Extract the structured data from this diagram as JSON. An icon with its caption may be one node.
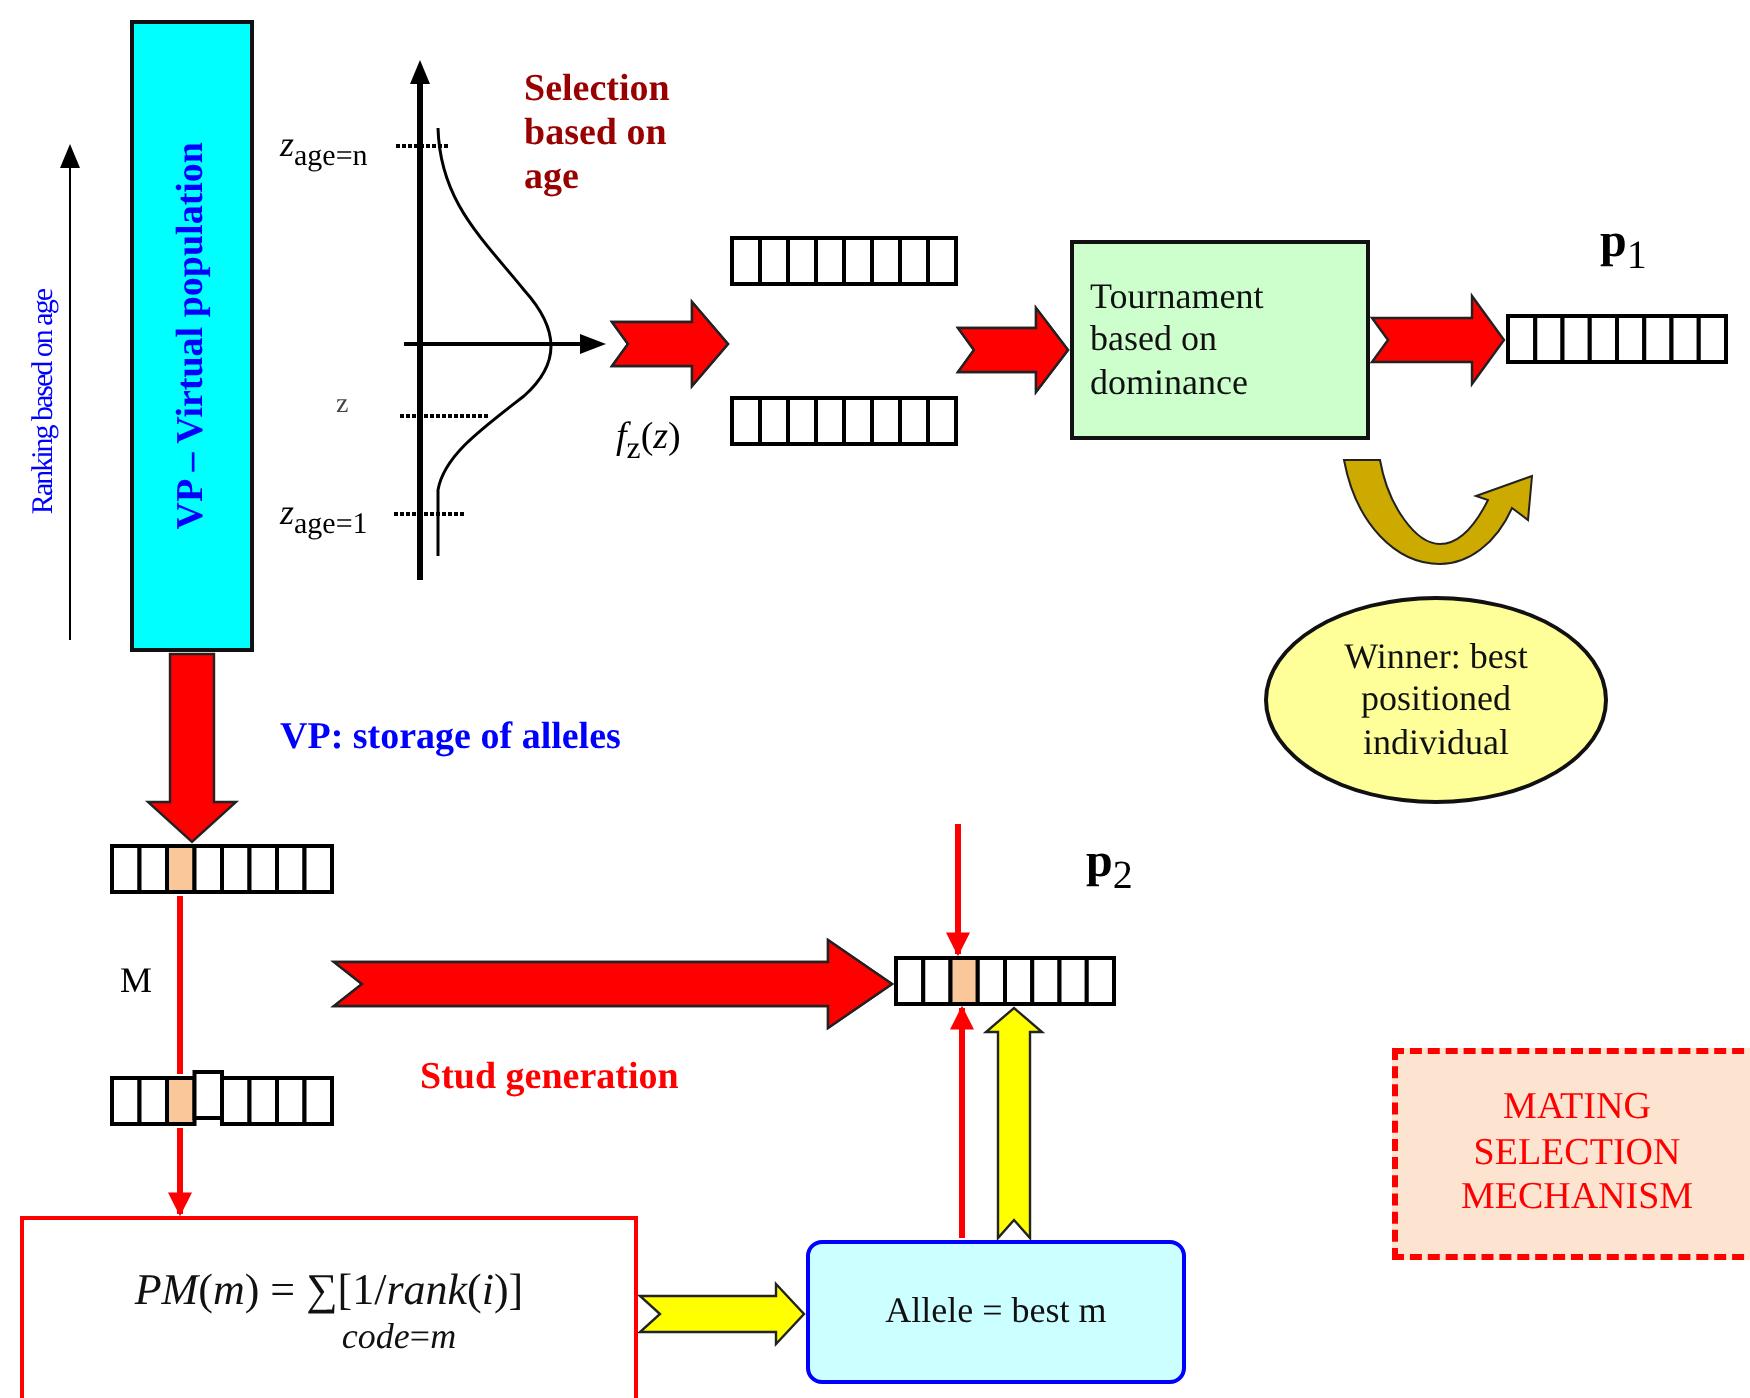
{
  "diagram": {
    "nodes": [
      {
        "text": [
          "VP – Virtual population"
        ]
      },
      {
        "text": [],
        "shape": "picture"
      },
      {
        "text": [],
        "shape": "bar"
      },
      {
        "text": [],
        "shape": "bar"
      },
      {
        "text": [
          "Tournament based on dominance"
        ]
      },
      {
        "text": [],
        "shape": "bar",
        "beside": [
          "**p**$_{1}$"
        ]
      },
      {
        "text": [
          "Winner: best positioned individual"
        ]
      },
      {
        "text": [],
        "shape": "bar"
      },
      {
        "text": [],
        "shape": "bar"
      },
      {
        "text": [
          "*PM*(*m*) = ∑[1/*rank*(*i*)]",
          "*code*=*m*"
        ]
      },
      {
        "text": [],
        "shape": "bar",
        "beside": [
          "**p**$_{2}$"
        ]
      },
      {
        "text": [
          "Allele = best m"
        ]
      },
      {
        "text": [
          "MATING SELECTION MECHANISM"
        ]
      }
    ],
    "edges": [
      {
        "from": 1,
        "to": 2,
        "arrow": "to",
        "style": "thick"
      },
      {
        "from": 1,
        "to": 3,
        "arrow": "to",
        "style": "thick"
      },
      {
        "from": 2,
        "to": 4,
        "arrow": "to",
        "style": "thick"
      },
      {
        "from": 3,
        "to": 4,
        "arrow": "to",
        "style": "thick"
      },
      {
        "from": 4,
        "to": 5,
        "arrow": "to",
        "style": "thick"
      },
      {
        "from": 0,
        "to": 7,
        "arrow": "to",
        "style": "thick"
      },
      {
        "from": 7,
        "to": 8,
        "arrow": "none"
      },
      {
        "from": 8,
        "to": 9,
        "arrow": "to"
      },
      {
        "from": 7,
        "to": 10,
        "arrow": "to",
        "style": "thick",
        "label": "Stud generation"
      },
      {
        "from": 8,
        "to": 10,
        "arrow": "to",
        "style": "thick"
      },
      {
        "from": 9,
        "to": 11,
        "arrow": "to",
        "style": "thick",
        "color": "#ffff00"
      },
      {
        "from": 11,
        "to": 10,
        "arrow": "to"
      },
      {
        "from": 11,
        "to": 10,
        "arrow": "to",
        "style": "thick",
        "color": "#ffff00"
      },
      {
        "from": null,
        "to": 10,
        "arrow": "to"
      }
    ],
    "labels": [
      "Ranking based on age",
      "Selection based on age",
      "*z*$_{age=n}$",
      "z",
      "*f*$_{z}$(*z*)",
      "*z*$_{age=1}$",
      "VP: storage of alleles",
      "M"
    ]
  }
}
